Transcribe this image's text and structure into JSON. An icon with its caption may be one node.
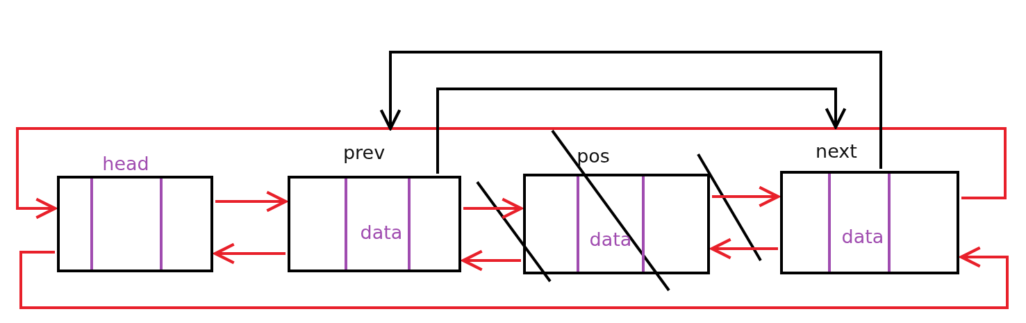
{
  "diagram": {
    "nodes": [
      {
        "text": [
          "head"
        ]
      },
      {
        "text": [
          "prev",
          "data"
        ]
      },
      {
        "text": [
          "pos",
          "data"
        ]
      },
      {
        "text": [
          "next",
          "data"
        ]
      }
    ],
    "edges": [
      {
        "from": 0,
        "to": 1,
        "arrow": "to"
      },
      {
        "from": 1,
        "to": 0,
        "arrow": "to"
      },
      {
        "from": 1,
        "to": 2,
        "arrow": "to"
      },
      {
        "from": 2,
        "to": 1,
        "arrow": "to"
      },
      {
        "from": 2,
        "to": 3,
        "arrow": "to"
      },
      {
        "from": 3,
        "to": 2,
        "arrow": "to"
      },
      {
        "from": 3,
        "to": 0,
        "arrow": "to"
      },
      {
        "from": 0,
        "to": 3,
        "arrow": "to"
      },
      {
        "from": 1,
        "to": 3,
        "arrow": "to",
        "color": "#000000"
      },
      {
        "from": 3,
        "to": 1,
        "arrow": "to",
        "color": "#000000"
      }
    ]
  }
}
